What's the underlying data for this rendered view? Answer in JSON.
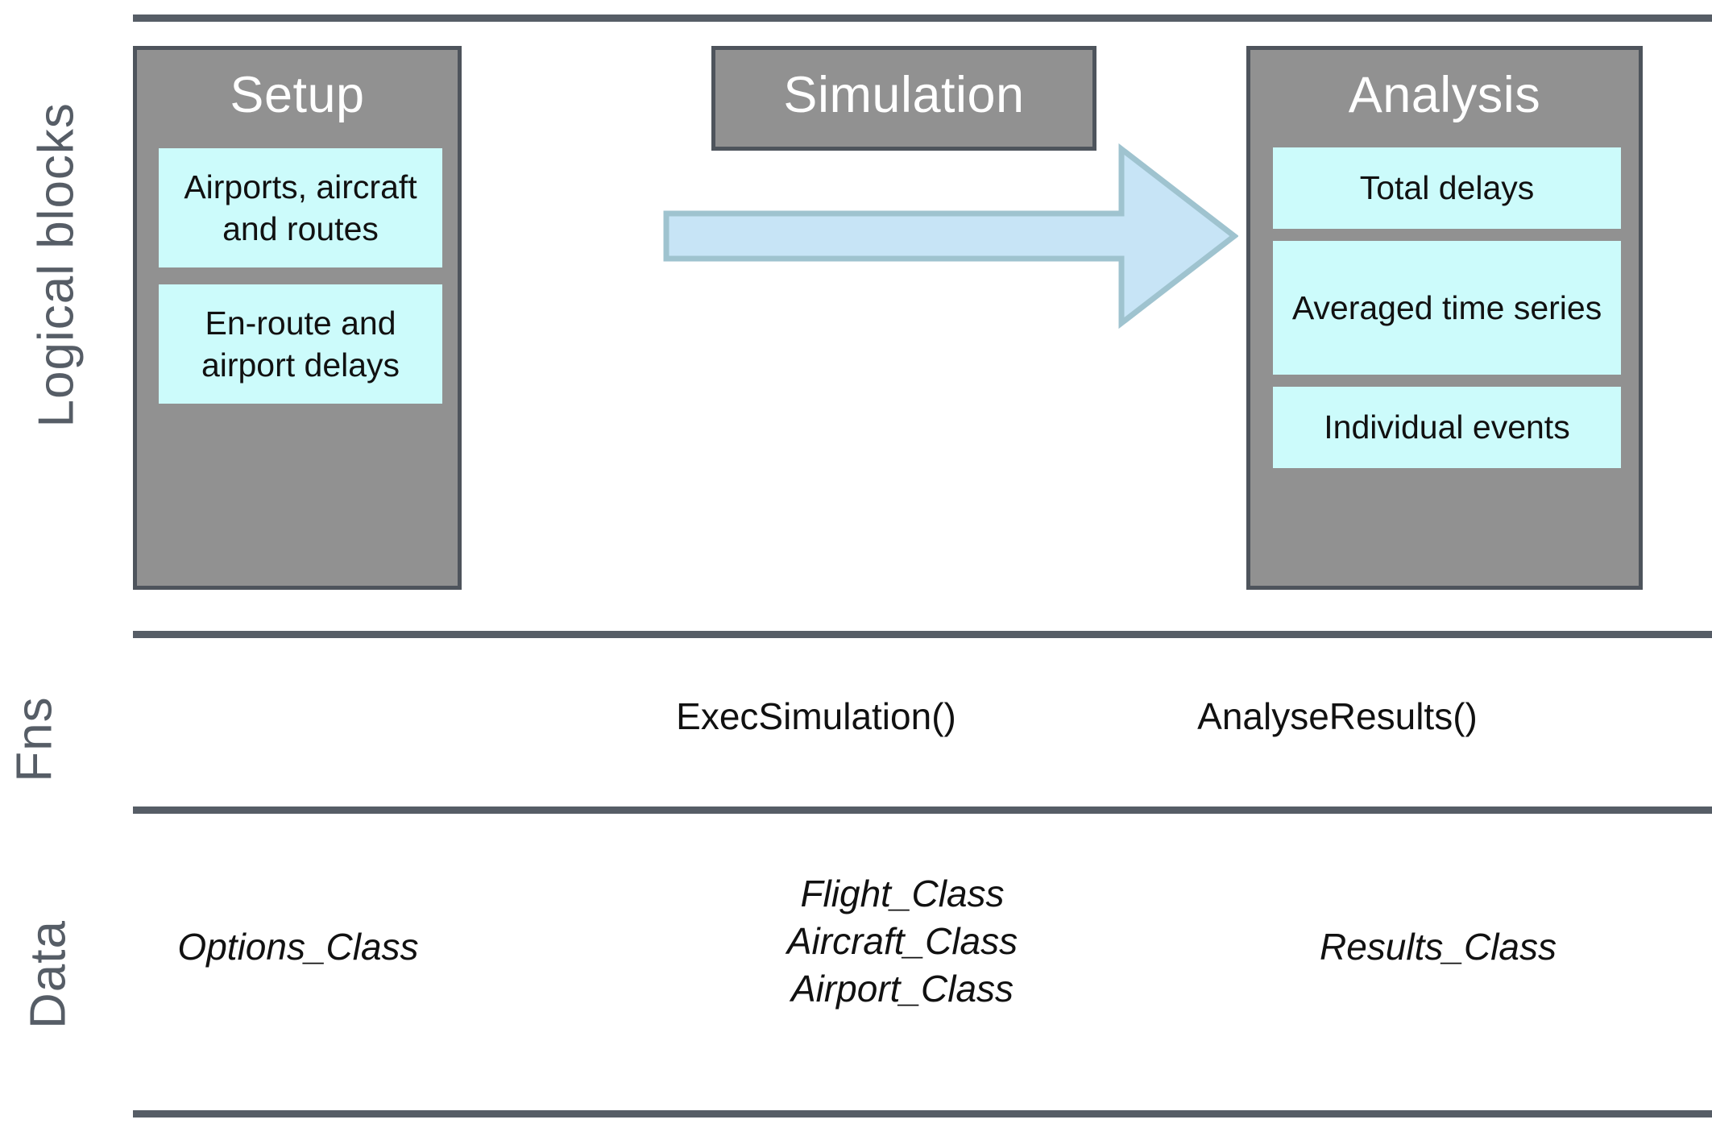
{
  "rows": [
    {
      "id": "logical",
      "label": "Logical blocks"
    },
    {
      "id": "fns",
      "label": "Fns"
    },
    {
      "id": "data",
      "label": "Data"
    }
  ],
  "colors": {
    "divider": "#565d66",
    "block_fill": "#919191",
    "block_border": "#4e545c",
    "subbox_fill": "#ccfbfb",
    "arrow_fill": "#c7e4f6",
    "arrow_stroke": "#9fc3cf",
    "title_text": "#ffffff",
    "body_text": "#111111"
  },
  "blocks": [
    {
      "id": "setup",
      "title": "Setup",
      "items": [
        "Airports, aircraft and routes",
        "En-route and airport delays"
      ]
    },
    {
      "id": "simulation",
      "title": "Simulation",
      "items": []
    },
    {
      "id": "analysis",
      "title": "Analysis",
      "items": [
        "Total delays",
        "Averaged time series",
        "Individual events"
      ]
    }
  ],
  "arrow": {
    "name": "flow-arrow",
    "direction": "right",
    "from": "Simulation",
    "to": "Analysis"
  },
  "fns": {
    "setup": "",
    "simulation": "ExecSimulation()",
    "analysis": "AnalyseResults()"
  },
  "data_classes": {
    "setup": "Options_Class",
    "simulation": "Flight_Class\nAircraft_Class\nAirport_Class",
    "analysis": "Results_Class"
  }
}
